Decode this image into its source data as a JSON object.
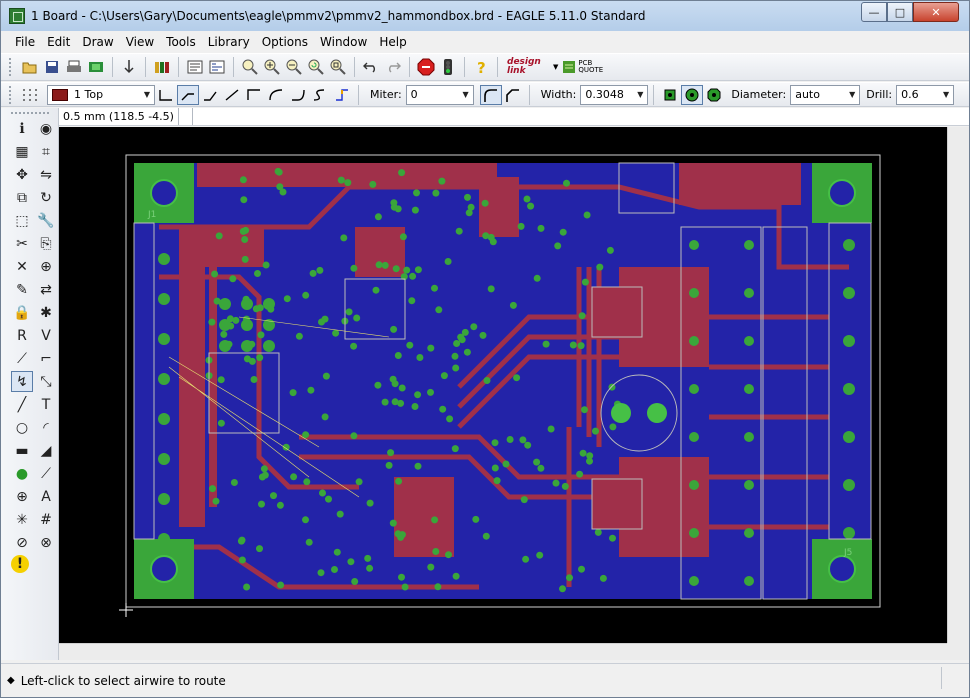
{
  "window": {
    "title": "1 Board - C:\\Users\\Gary\\Documents\\eagle\\pmmv2\\pmmv2_hammondbox.brd - EAGLE 5.11.0 Standard",
    "minimize_glyph": "—",
    "maximize_glyph": "□",
    "close_glyph": "✕"
  },
  "menu": [
    "File",
    "Edit",
    "Draw",
    "View",
    "Tools",
    "Library",
    "Options",
    "Window",
    "Help"
  ],
  "toolbar1": {
    "icons": [
      "open-icon",
      "save-icon",
      "print-icon",
      "cam-icon",
      "export-icon",
      "library-icon",
      "script-icon",
      "ulp-icon",
      "zoom-fit-icon",
      "zoom-in-icon",
      "zoom-out-icon",
      "redraw-icon",
      "zoom-select-icon",
      "undo-icon",
      "redo-icon",
      "stop-icon",
      "go-icon",
      "help-icon"
    ],
    "designlink_label": "design link",
    "pcb_quote_label": "PCB QUOTE"
  },
  "toolbar2": {
    "layer": "1 Top",
    "layer_color": "#8b1a1a",
    "miter_label": "Miter:",
    "miter_value": "0",
    "width_label": "Width:",
    "width_value": "0.3048",
    "diameter_label": "Diameter:",
    "diameter_value": "auto",
    "drill_label": "Drill:",
    "drill_value": "0.6"
  },
  "coords": {
    "readout": "0.5 mm (118.5 -4.5)"
  },
  "board": {
    "background": "#000000",
    "bottom_copper": "#2323a8",
    "top_copper": "#a0304a",
    "pad": "#3aa63a",
    "part_labels": [
      "J1",
      "J5"
    ]
  },
  "palette_icons": [
    "info-icon",
    "eye-icon",
    "display-icon",
    "mark-icon",
    "move-icon",
    "mirror-icon",
    "copy-icon",
    "rotate-icon",
    "group-icon",
    "wrench-icon",
    "cut-icon",
    "paste-icon",
    "delete-icon",
    "add-icon",
    "change-icon",
    "swap-icon",
    "lock-icon",
    "smash-icon",
    "name-icon",
    "value-icon",
    "split-icon",
    "miter-icon",
    "route-icon",
    "ripup-icon",
    "wire-icon",
    "text-icon",
    "circle-icon",
    "arc-icon",
    "rect-icon",
    "polygon-icon",
    "via-icon",
    "signal-icon",
    "hole-icon",
    "attribute-icon",
    "ratsnest-icon",
    "auto-icon",
    "drc-icon",
    "errors-icon",
    "erc-icon"
  ],
  "status": {
    "message": "Left-click to select airwire to route"
  }
}
